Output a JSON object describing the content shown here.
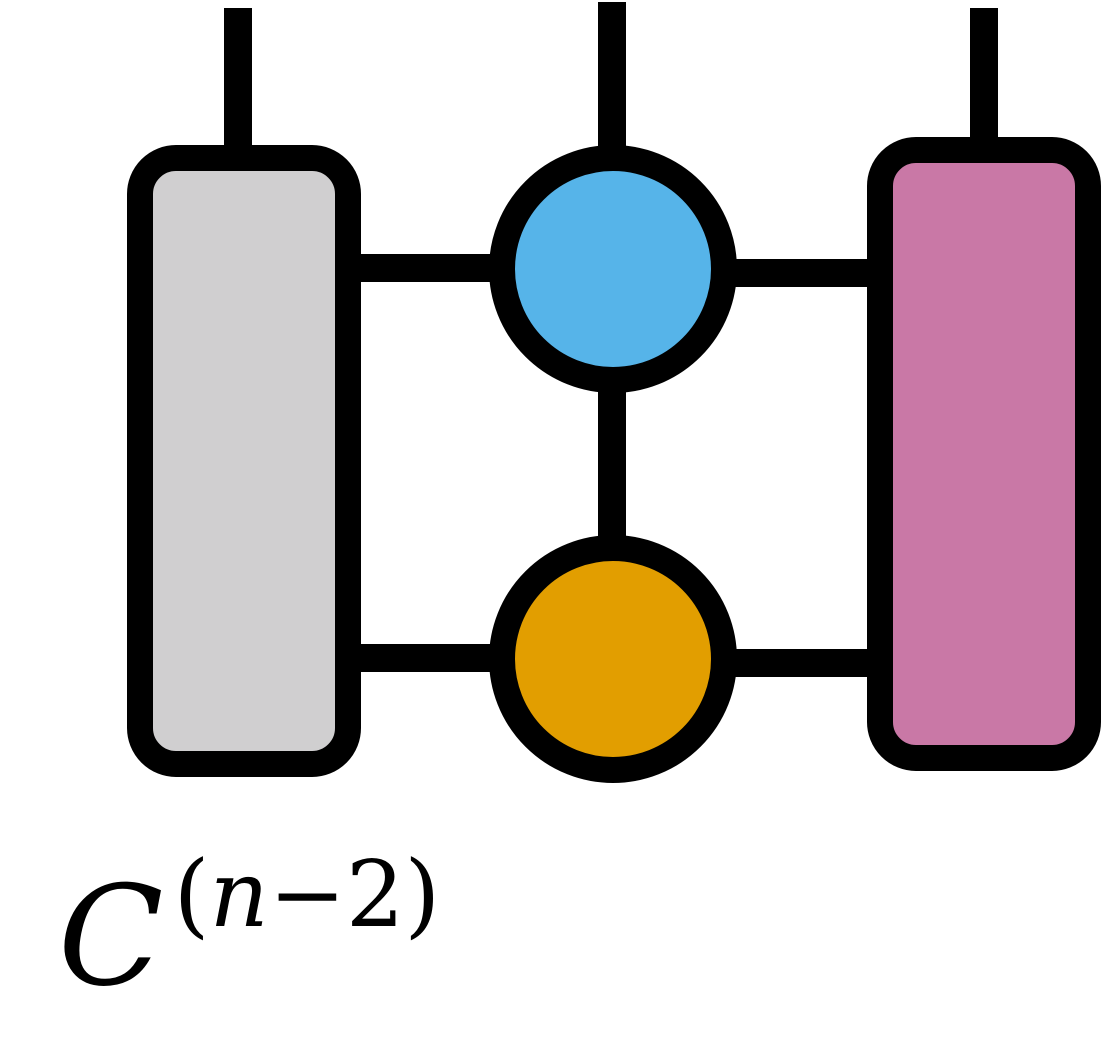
{
  "formula": {
    "base": "C",
    "open": "(",
    "var": "n",
    "op": "−",
    "num": "2",
    "close": ")"
  },
  "colors": {
    "stroke": "#000000",
    "left_tensor": "#d0cfd0",
    "top_node": "#56b4e9",
    "bottom_node": "#e29e00",
    "right_tensor": "#c978a6"
  },
  "nodes": [
    {
      "id": "left-tensor",
      "shape": "rounded-rectangle",
      "color": "left_tensor"
    },
    {
      "id": "top-node",
      "shape": "circle",
      "color": "top_node"
    },
    {
      "id": "bottom-node",
      "shape": "circle",
      "color": "bottom_node"
    },
    {
      "id": "right-tensor",
      "shape": "rounded-rectangle",
      "color": "right_tensor"
    }
  ],
  "edges": [
    {
      "from": "left-tensor",
      "to": "top-node"
    },
    {
      "from": "left-tensor",
      "to": "bottom-node"
    },
    {
      "from": "top-node",
      "to": "right-tensor"
    },
    {
      "from": "bottom-node",
      "to": "right-tensor"
    },
    {
      "from": "top-node",
      "to": "bottom-node"
    },
    {
      "from": "left-tensor",
      "to": "open-leg"
    },
    {
      "from": "top-node",
      "to": "open-leg"
    },
    {
      "from": "right-tensor",
      "to": "open-leg"
    }
  ]
}
